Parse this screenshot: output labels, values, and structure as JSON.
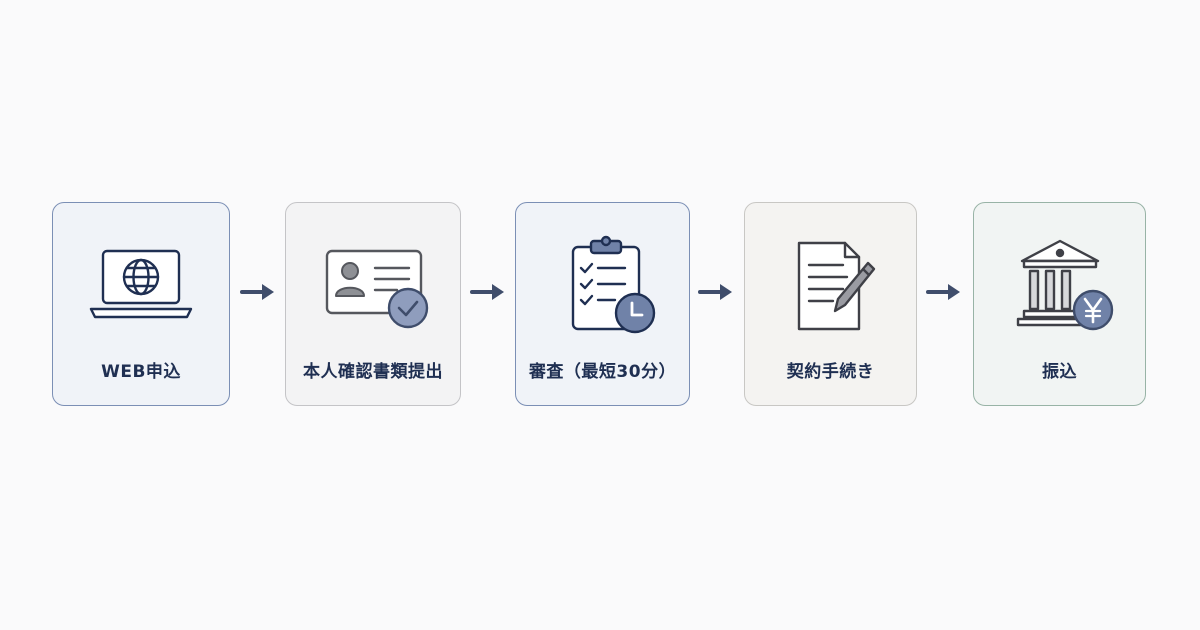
{
  "diagram": {
    "steps": [
      {
        "label": "WEB申込",
        "icon": "laptop-globe-icon",
        "theme": "blue"
      },
      {
        "label": "本人確認書類提出",
        "icon": "id-card-check-icon",
        "theme": "gray"
      },
      {
        "label": "審査（最短30分）",
        "icon": "clipboard-clock-icon",
        "theme": "blue"
      },
      {
        "label": "契約手続き",
        "icon": "document-pen-icon",
        "theme": "beige"
      },
      {
        "label": "振込",
        "icon": "bank-yen-icon",
        "theme": "green"
      }
    ],
    "colors": {
      "ink": "#1f2f52",
      "accent": "#7082a8",
      "arrow": "#3f4d6b"
    }
  }
}
